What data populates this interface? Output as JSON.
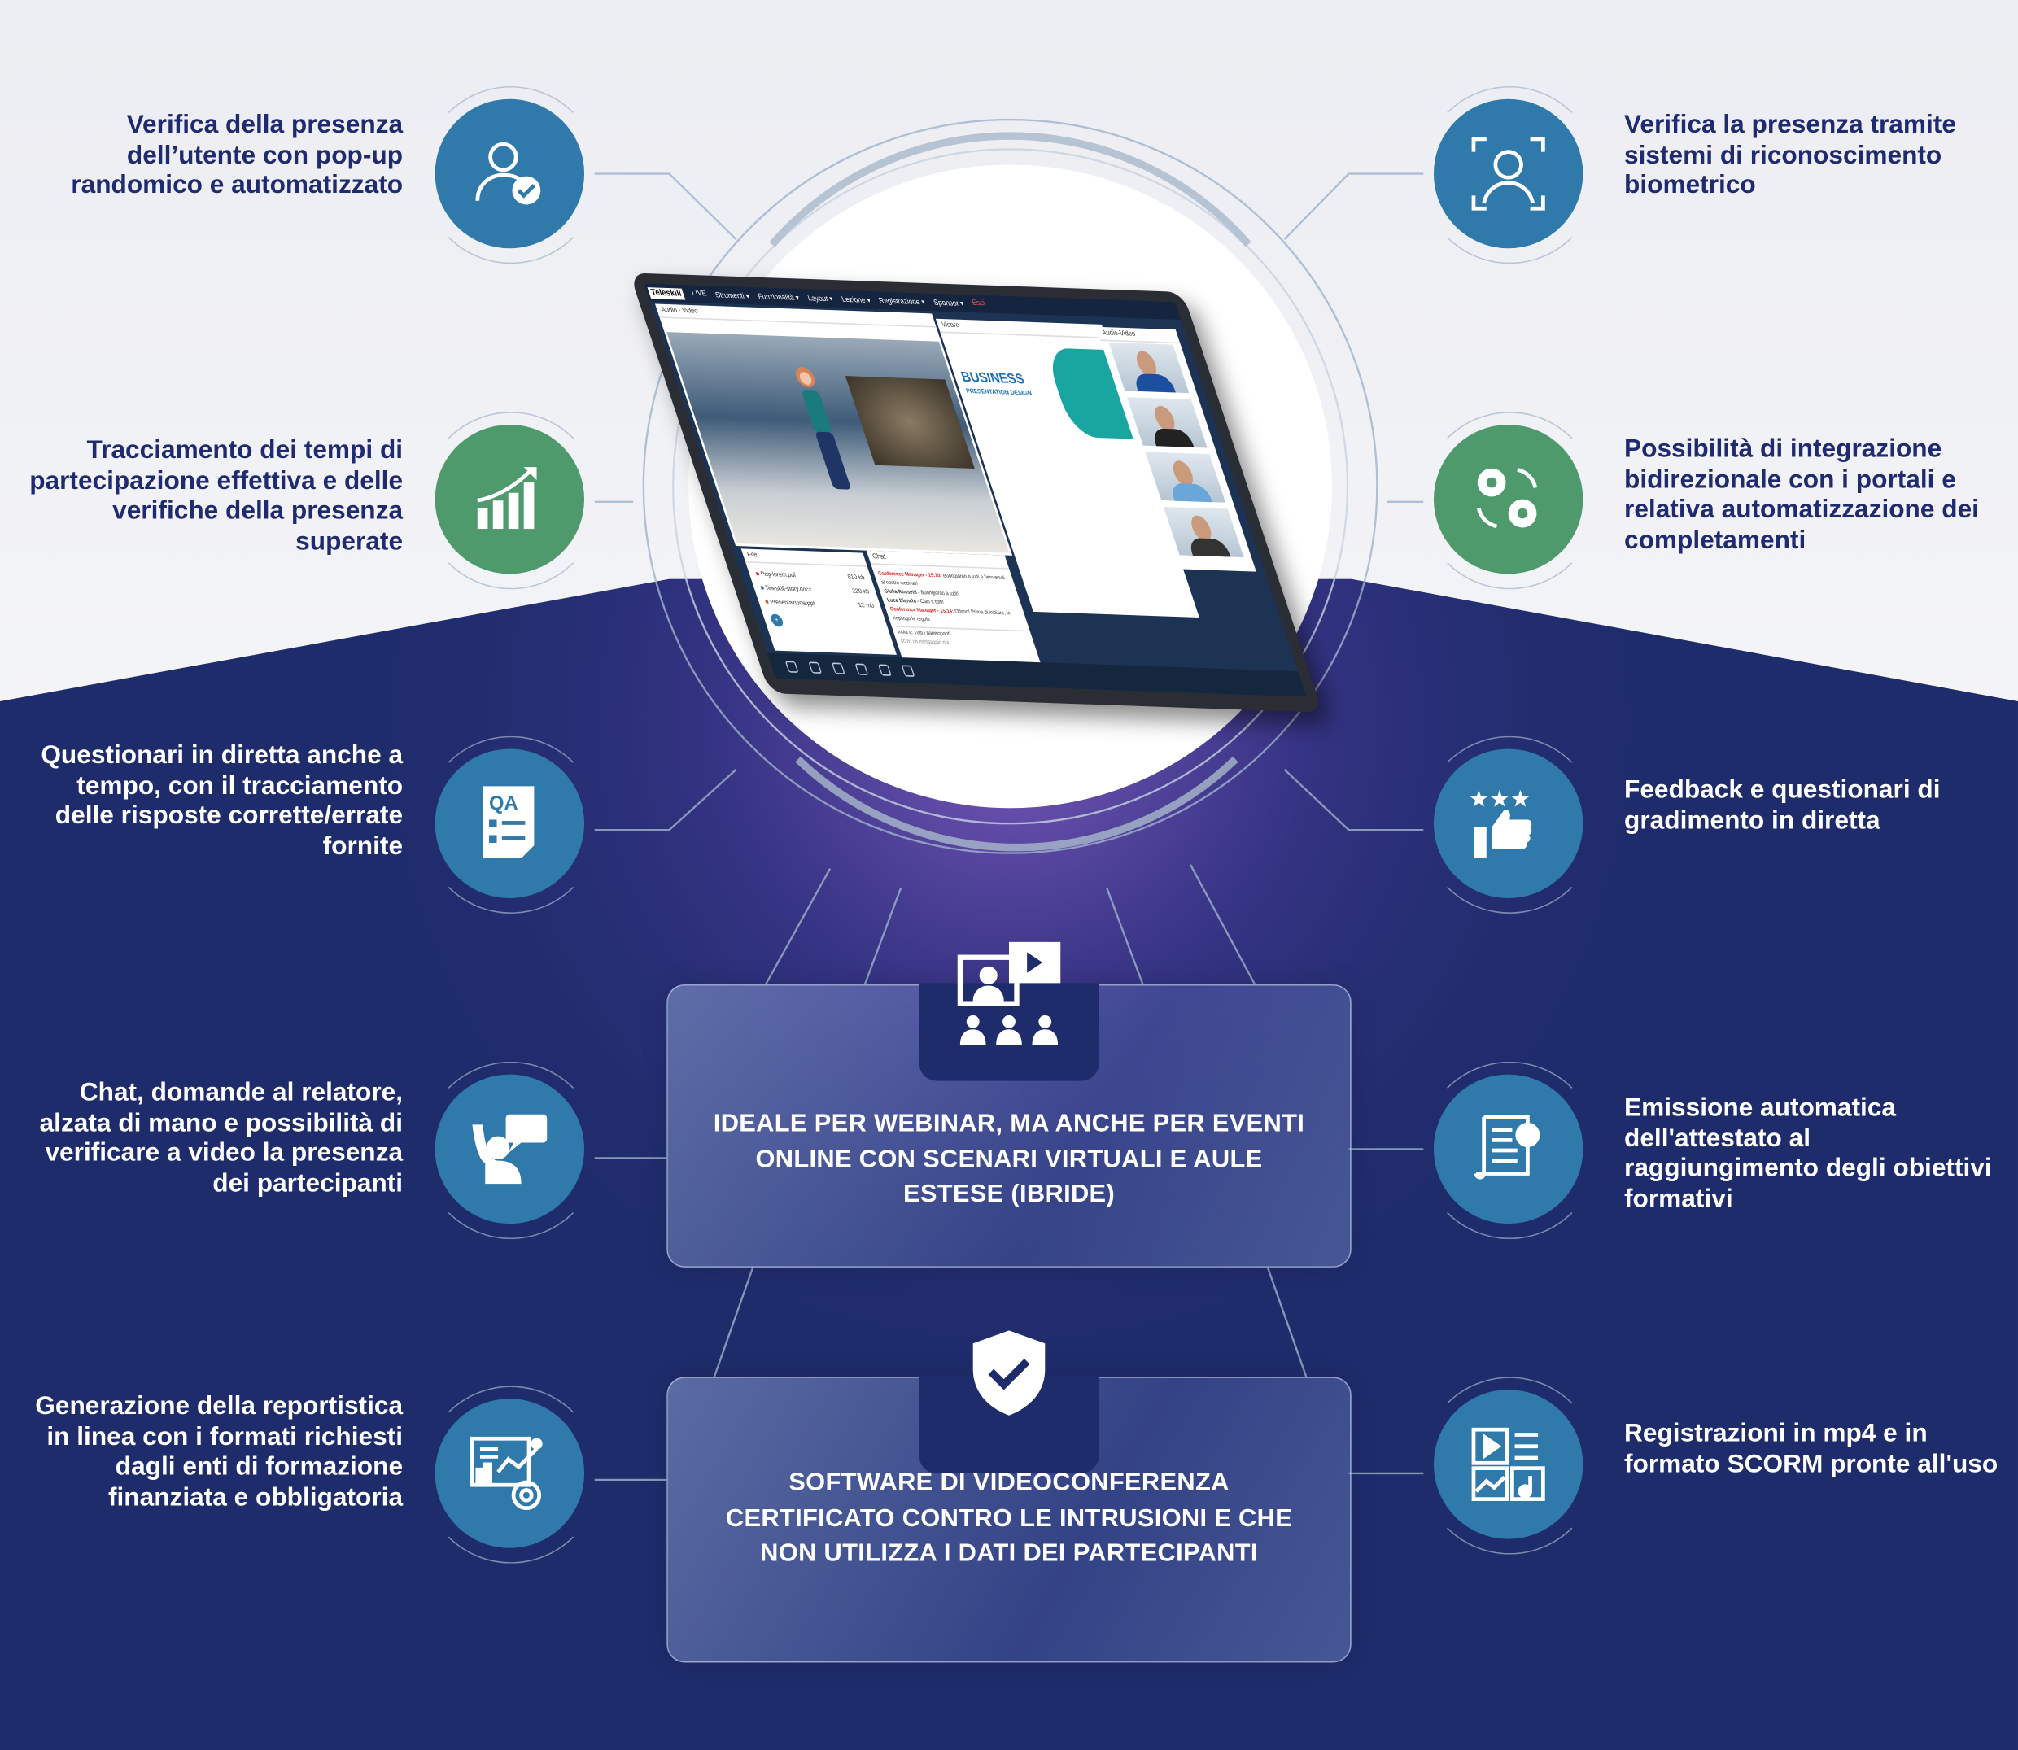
{
  "colors": {
    "navy": "#1f2c6c",
    "text_navy": "#1f2b6e",
    "icon_blue": "#2f7aaa",
    "icon_green": "#4f9a6c",
    "white": "#ffffff"
  },
  "features_left": [
    {
      "text": "Verifica della presenza dell’utente con pop-up randomico e automatizzato",
      "icon": "user-check-icon"
    },
    {
      "text": "Tracciamento dei tempi di partecipazione effettiva e delle verifiche della presenza superate",
      "icon": "growth-chart-icon"
    },
    {
      "text": "Questionari in diretta anche a tempo, con il tracciamento delle risposte corrette/errate fornite",
      "icon": "qa-document-icon"
    },
    {
      "text": "Chat, domande al relatore, alzata di mano e possibilità di verificare a video la presenza dei partecipanti",
      "icon": "raise-hand-chat-icon"
    },
    {
      "text": "Generazione della reportistica in linea con i formati richiesti dagli enti di formazione finanziata e obbligatoria",
      "icon": "report-analytics-icon"
    }
  ],
  "features_right": [
    {
      "text": "Verifica la presenza tramite sistemi di riconoscimento biometrico",
      "icon": "face-scan-icon"
    },
    {
      "text": "Possibilità di integrazione bidirezionale con i portali e relativa automatizzazione dei completamenti",
      "icon": "gears-sync-icon"
    },
    {
      "text": "Feedback e questionari di gradimento in diretta",
      "icon": "thumbs-up-stars-icon"
    },
    {
      "text": "Emissione automatica dell'attestato al raggiungimento degli obiettivi formativi",
      "icon": "certificate-icon"
    },
    {
      "text": "Registrazioni in mp4 e in formato SCORM pronte all'uso",
      "icon": "media-files-icon"
    }
  ],
  "center_boxes": [
    {
      "text": "IDEALE PER WEBINAR, MA ANCHE PER EVENTI ONLINE CON SCENARI VIRTUALI E AULE ESTESE (IBRIDE)",
      "icon": "webinar-icon"
    },
    {
      "text": "SOFTWARE DI VIDEOCONFERENZA CERTIFICATO CONTRO LE INTRUSIONI E CHE NON UTILIZZA I DATI DEI PARTECIPANTI",
      "icon": "shield-check-icon"
    }
  ],
  "tablet": {
    "logo": "Teleskill",
    "logo_badge": "LIVE",
    "menu": [
      "Strumenti ▾",
      "Funzionalità ▾",
      "Layout ▾",
      "Lezione ▾",
      "Registrazione ▾",
      "Sponsor ▾",
      "Esci"
    ],
    "video_panel": "Audio - Video",
    "viewer_panel": "Visore",
    "slide_title": "BUSINESS",
    "slide_subtitle": "PRESENTATION DESIGN",
    "participants_panel": "Audio-Video",
    "file_panel": "File",
    "files": [
      {
        "name": "Pag-lorem.pdf",
        "size": "810 kb"
      },
      {
        "name": "Teleskill-story.docx",
        "size": "220 kb"
      },
      {
        "name": "Presentazione.ppt",
        "size": "12 mb"
      }
    ],
    "chat_panel": "Chat",
    "chat": [
      {
        "author": "Conference Manager - 15:10:",
        "msg": "Buongiorno a tutti e benvenuti al nostro webinar!"
      },
      {
        "author": "Giulia Rossetti -",
        "msg": "Buongiorno a tutti!"
      },
      {
        "author": "Luca Bianchi -",
        "msg": "Ciao a tutti!"
      },
      {
        "author": "Conference Manager - 15:14:",
        "msg": "Ottimo! Prima di iniziare, vi riepilogo le regole"
      }
    ],
    "send_to_label": "Invia a:",
    "send_to_value": "Tutti i partecipanti",
    "chat_placeholder": "scrivi un messaggio qui..."
  }
}
